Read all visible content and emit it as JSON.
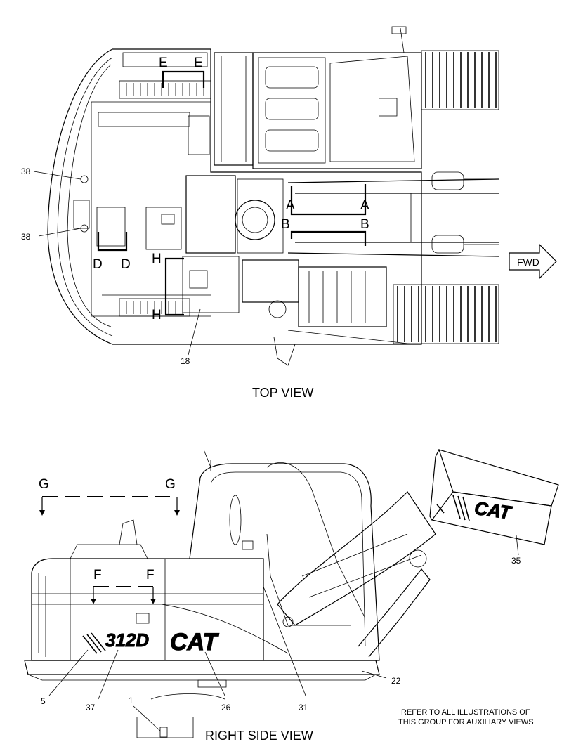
{
  "views": {
    "top": {
      "title": "TOP VIEW",
      "callouts": [
        "38",
        "38",
        "18"
      ],
      "section_letters": [
        "E",
        "E",
        "A",
        "A",
        "B",
        "B",
        "D",
        "D",
        "H",
        "H"
      ],
      "direction_label": "FWD"
    },
    "side": {
      "title": "RIGHT SIDE VIEW",
      "callouts": [
        "5",
        "37",
        "1",
        "26",
        "31",
        "22"
      ],
      "section_letters": [
        "G",
        "G",
        "F",
        "F"
      ],
      "decals": {
        "model": "312D",
        "brand": "CAT"
      }
    },
    "detail": {
      "callouts": [
        "35"
      ],
      "decal": "CAT"
    }
  },
  "note": {
    "line1": "REFER TO ALL ILLUSTRATIONS OF",
    "line2": "THIS GROUP FOR AUXILIARY VIEWS"
  }
}
